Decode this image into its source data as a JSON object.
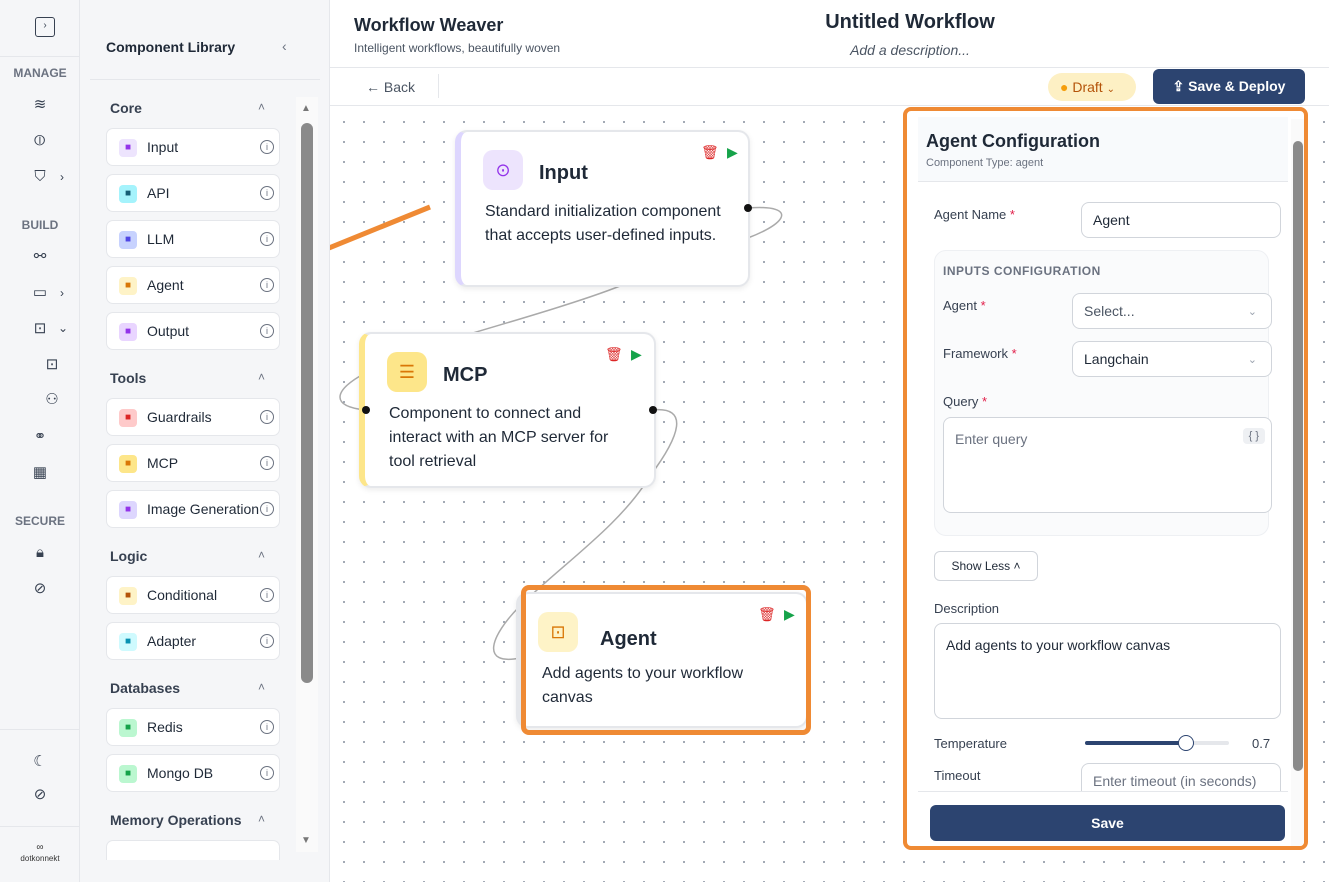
{
  "rail": {
    "sections": [
      "MANAGE",
      "BUILD",
      "SECURE"
    ],
    "logo_text": "dotkonnekt"
  },
  "library": {
    "title": "Component Library",
    "categories": [
      {
        "name": "Core",
        "items": [
          {
            "label": "Input",
            "icon": "play-circle-icon",
            "color": "#ede4fd",
            "fg": "#9333ea"
          },
          {
            "label": "API",
            "icon": "api-icon",
            "color": "#a5f3fc",
            "fg": "#155e75"
          },
          {
            "label": "LLM",
            "icon": "llm-icon",
            "color": "#c7d2fe",
            "fg": "#4f46e5"
          },
          {
            "label": "Agent",
            "icon": "robot-icon",
            "color": "#fef3c7",
            "fg": "#d97706"
          },
          {
            "label": "Output",
            "icon": "output-icon",
            "color": "#e9d5ff",
            "fg": "#9333ea"
          }
        ]
      },
      {
        "name": "Tools",
        "items": [
          {
            "label": "Guardrails",
            "icon": "shield-icon",
            "color": "#fecaca",
            "fg": "#dc2626"
          },
          {
            "label": "MCP",
            "icon": "server-icon",
            "color": "#fde68a",
            "fg": "#d97706"
          },
          {
            "label": "Image Generation",
            "icon": "image-icon",
            "color": "#ddd6fe",
            "fg": "#9333ea"
          }
        ]
      },
      {
        "name": "Logic",
        "items": [
          {
            "label": "Conditional",
            "icon": "branch-icon",
            "color": "#fef3c7",
            "fg": "#b45309"
          },
          {
            "label": "Adapter",
            "icon": "plug-icon",
            "color": "#cffafe",
            "fg": "#0891b2"
          }
        ]
      },
      {
        "name": "Databases",
        "items": [
          {
            "label": "Redis",
            "icon": "redis-icon",
            "color": "#bbf7d0",
            "fg": "#16a34a"
          },
          {
            "label": "Mongo DB",
            "icon": "database-icon",
            "color": "#bbf7d0",
            "fg": "#16a34a"
          }
        ]
      },
      {
        "name": "Memory Operations",
        "items": []
      }
    ]
  },
  "header": {
    "app_title": "Workflow Weaver",
    "app_subtitle": "Intelligent workflows, beautifully woven",
    "workflow_title": "Untitled Workflow",
    "workflow_description": "Add a description..."
  },
  "toolbar": {
    "back": "← Back",
    "status": "Draft",
    "deploy": "Save & Deploy"
  },
  "nodes": [
    {
      "title": "Input",
      "description": "Standard initialization component that accepts user-defined inputs."
    },
    {
      "title": "MCP",
      "description": "Component to connect and interact with an MCP server for tool retrieval"
    },
    {
      "title": "Agent",
      "description": "Add agents to your workflow canvas"
    }
  ],
  "config": {
    "title": "Agent Configuration",
    "subtitle": "Component Type: agent",
    "agent_name_label": "Agent Name",
    "agent_name_value": "Agent",
    "inputs_heading": "INPUTS CONFIGURATION",
    "agent_label": "Agent",
    "agent_placeholder": "Select...",
    "framework_label": "Framework",
    "framework_value": "Langchain",
    "query_label": "Query",
    "query_placeholder": "Enter query",
    "query_var": "{ }",
    "show_less": "Show Less",
    "description_label": "Description",
    "description_value": "Add agents to your workflow canvas",
    "temperature_label": "Temperature",
    "temperature_value": "0.7",
    "temperature_fraction": 0.7,
    "timeout_label": "Timeout",
    "timeout_placeholder": "Enter timeout (in seconds)",
    "save": "Save"
  },
  "colors": {
    "accent": "#ef8a34",
    "primary": "#2c4470"
  }
}
